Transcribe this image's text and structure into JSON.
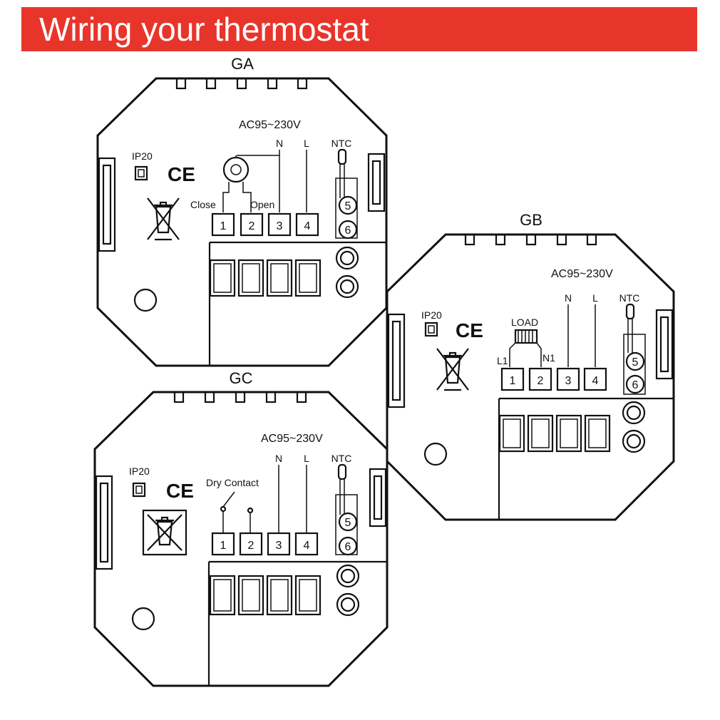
{
  "header": {
    "title": "Wiring your thermostat"
  },
  "units": [
    {
      "id": "GA",
      "label": "GA",
      "ip": "IP20",
      "ce": "CE",
      "supply": "AC95~230V",
      "neutral": "N",
      "live": "L",
      "sensor": "NTC",
      "terminals": [
        "1",
        "2",
        "3",
        "4"
      ],
      "sensor_terminals": [
        "5",
        "6"
      ],
      "load_labels": {
        "left": "Close",
        "right": "Open"
      },
      "load_icon": "valve-actuator-icon"
    },
    {
      "id": "GB",
      "label": "GB",
      "ip": "IP20",
      "ce": "CE",
      "supply": "AC95~230V",
      "neutral": "N",
      "live": "L",
      "sensor": "NTC",
      "terminals": [
        "1",
        "2",
        "3",
        "4"
      ],
      "sensor_terminals": [
        "5",
        "6"
      ],
      "load_labels": {
        "top": "LOAD",
        "left": "L1",
        "right": "N1"
      },
      "load_icon": "resistive-load-icon"
    },
    {
      "id": "GC",
      "label": "GC",
      "ip": "IP20",
      "ce": "CE",
      "supply": "AC95~230V",
      "neutral": "N",
      "live": "L",
      "sensor": "NTC",
      "terminals": [
        "1",
        "2",
        "3",
        "4"
      ],
      "sensor_terminals": [
        "5",
        "6"
      ],
      "load_labels": {
        "top": "Dry Contact"
      },
      "load_icon": "dry-contact-switch-icon"
    }
  ]
}
